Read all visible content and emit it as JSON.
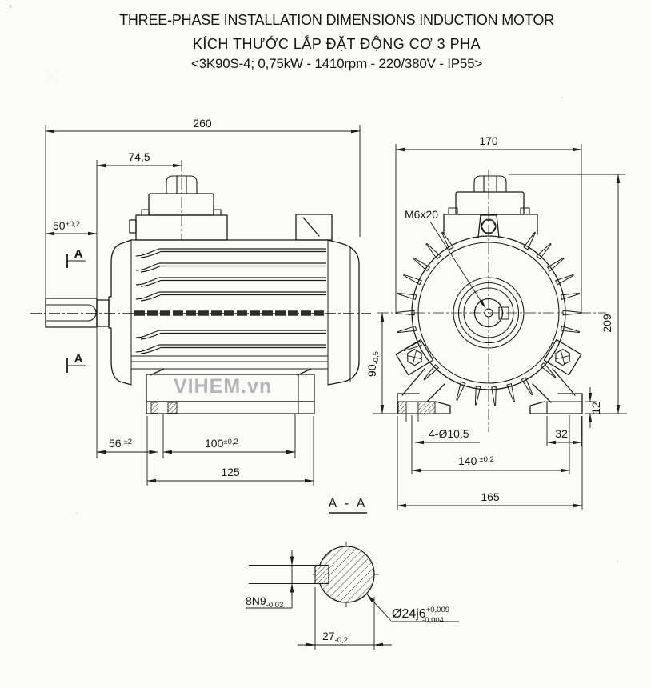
{
  "colors": {
    "line": "#1c1c1c",
    "paper": "#fbfbf8",
    "watermark": "#a5a9ad"
  },
  "title": {
    "line1": "THREE-PHASE INSTALLATION DIMENSIONS INDUCTION MOTOR",
    "line2": "KÍCH THƯỚC LẮP ĐẶT ĐỘNG CƠ 3 PHA",
    "line3": "<3K90S-4; 0,75kW - 1410rpm - 220/380V - IP55>"
  },
  "watermark": "VIHEM.vn",
  "side_view": {
    "section_mark": "A",
    "dim_overall_length": "260",
    "dim_gland_offset": "74,5",
    "dim_shaft_length": "50",
    "dim_shaft_length_tol": "±0,2",
    "dim_face_to_hole": "56",
    "dim_face_to_hole_tol": "±2",
    "dim_hole_spacing": "100",
    "dim_hole_spacing_tol": "±0,2",
    "dim_foot_length": "125"
  },
  "front_view": {
    "dim_width": "170",
    "label_tap_hole": "M6x20",
    "dim_shaft_height": "90",
    "dim_shaft_height_tol": "-0,5",
    "dim_overall_height": "209",
    "dim_foot_pad_thickness": "12",
    "dim_foot_pad_width": "32",
    "label_bolt_holes": "4-Ø10,5",
    "dim_hole_spacing": "140",
    "dim_hole_spacing_tol": "±0,2",
    "dim_foot_span": "165"
  },
  "section_view": {
    "title": "A - A",
    "label_key_width": "8N9",
    "label_key_width_tol": "-0,03",
    "label_shaft_dia": "Ø24j6",
    "label_shaft_dia_tol_up": "+0,009",
    "label_shaft_dia_tol_dn": "-0,004",
    "dim_key_flat": "27",
    "dim_key_flat_tol": "-0,2"
  }
}
